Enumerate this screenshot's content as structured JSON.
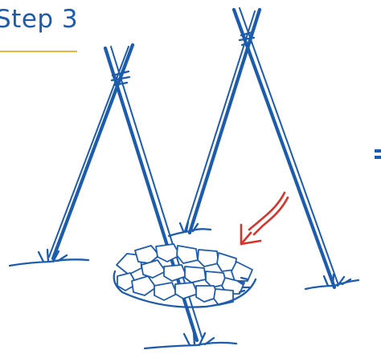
{
  "title": {
    "text": "Step 3",
    "underline_color": "#f2b53a",
    "text_color": "#1d5cad"
  },
  "colors": {
    "ink": "#1d5cad",
    "arrow": "#d8322b"
  },
  "illustration": {
    "tripods": [
      "left-tripod",
      "right-tripod"
    ],
    "fire_pit": "stone-ring",
    "pointer": "red-arrow-to-stones"
  }
}
